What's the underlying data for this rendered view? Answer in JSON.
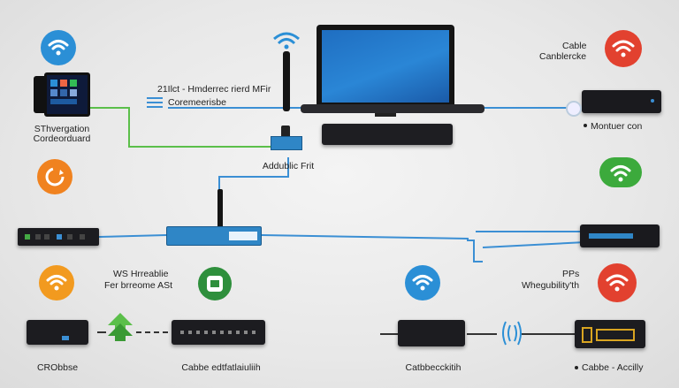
{
  "labels": {
    "tablet_label_1": "SThvergation",
    "tablet_label_2": "Cordeorduard",
    "top_center_1": "21Ilct - Hmderrec rierd MFir",
    "top_center_2": "Coremeerisbe",
    "desktop_adapter": "Addublic Frit",
    "cable_top_1": "Cable",
    "cable_top_2": "Canblercke",
    "monitor_label": "Montuer con",
    "mid_left_1": "WS Hrreablie",
    "mid_left_2": "Fer brreome ASt",
    "right_pps_1": "PPs",
    "right_pps_2": "Whegubility'th",
    "bottom_left": "CRObbse",
    "bottom_cable": "Cabbe edtfatlaiuliih",
    "bottom_center": "Catbbecckitih",
    "bottom_right": "Cabbe - Accilly"
  },
  "colors": {
    "wifi_blue": "#2b8fd6",
    "wifi_red": "#e2412f",
    "wifi_orange": "#f29a1f",
    "wifi_green": "#3caa3c",
    "wire_blue": "#3b8fd4",
    "wire_green": "#5bbf4a",
    "device_dark": "#1e1e22",
    "switch_blue": "#2f86c6"
  },
  "icons": [
    "wifi-icon",
    "ethernet-icon",
    "upload-arrow-icon",
    "signal-wave-icon",
    "refresh-icon"
  ]
}
